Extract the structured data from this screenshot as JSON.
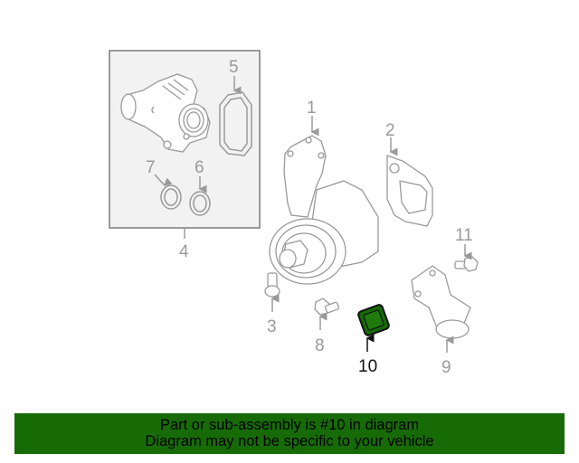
{
  "diagram": {
    "callouts": {
      "c1": "1",
      "c2": "2",
      "c3": "3",
      "c4": "4",
      "c5": "5",
      "c6": "6",
      "c7": "7",
      "c8": "8",
      "c9": "9",
      "c10": "10",
      "c11": "11"
    },
    "selected_part": "10",
    "highlight_color": "#176b07",
    "line_color": "#9a9a9a"
  },
  "banner": {
    "line1": "Part or sub-assembly is #10 in diagram",
    "line2": "Diagram may not be specific to your vehicle",
    "background": "#176b07"
  }
}
